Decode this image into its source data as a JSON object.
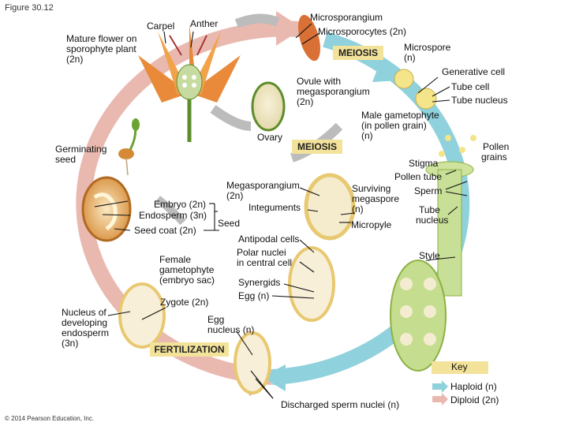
{
  "figure_label": "Figure 30.12",
  "copyright": "© 2014 Pearson Education, Inc.",
  "labels": {
    "carpel": "Carpel",
    "anther": "Anther",
    "mature_flower": [
      "Mature flower on",
      "sporophyte plant",
      "(2n)"
    ],
    "microsporangium": "Microsporangium",
    "microsporocytes": "Microsporocytes (2n)",
    "microspore": [
      "Microspore",
      "(n)"
    ],
    "generative_cell": "Generative cell",
    "tube_cell": "Tube cell",
    "tube_nucleus": "Tube nucleus",
    "ovule": [
      "Ovule with",
      "megasporangium",
      "(2n)"
    ],
    "male_gametophyte": [
      "Male gametophyte",
      "(in pollen grain)",
      "(n)"
    ],
    "ovary": "Ovary",
    "pollen_grains": [
      "Pollen",
      "grains"
    ],
    "germinating_seed": [
      "Germinating",
      "seed"
    ],
    "stigma": "Stigma",
    "pollen_tube": "Pollen tube",
    "megasporangium": [
      "Megasporangium",
      "(2n)"
    ],
    "surviving_megaspore": [
      "Surviving",
      "megaspore",
      "(n)"
    ],
    "sperm": "Sperm",
    "integuments": "Integuments",
    "tube_nucleus_2": [
      "Tube",
      "nucleus"
    ],
    "embryo": "Embryo (2n)",
    "endosperm": "Endosperm (3n)",
    "seed": "Seed",
    "seed_coat": "Seed coat (2n)",
    "micropyle": "Micropyle",
    "antipodal_cells": "Antipodal cells",
    "polar_nuclei": [
      "Polar nuclei",
      "in central cell"
    ],
    "female_gametophyte": [
      "Female",
      "gametophyte",
      "(embryo sac)"
    ],
    "style": "Style",
    "synergids": "Synergids",
    "egg": "Egg (n)",
    "zygote": "Zygote (2n)",
    "nucleus_endosperm": [
      "Nucleus of",
      "developing",
      "endosperm",
      "(3n)"
    ],
    "egg_nucleus": [
      "Egg",
      "nucleus (n)"
    ],
    "discharged_sperm": "Discharged sperm nuclei (n)"
  },
  "process_boxes": {
    "meiosis_top": "MEIOSIS",
    "meiosis_mid": "MEIOSIS",
    "fertilization": "FERTILIZATION"
  },
  "key": {
    "title": "Key",
    "haploid": "Haploid (n)",
    "diploid": "Diploid (2n)"
  },
  "colors": {
    "haploid_arrow": "#8fd1dc",
    "diploid_arrow": "#e9b9b0",
    "grey_arrow": "#bcbcbc",
    "box_fill": "#f3e39a"
  }
}
